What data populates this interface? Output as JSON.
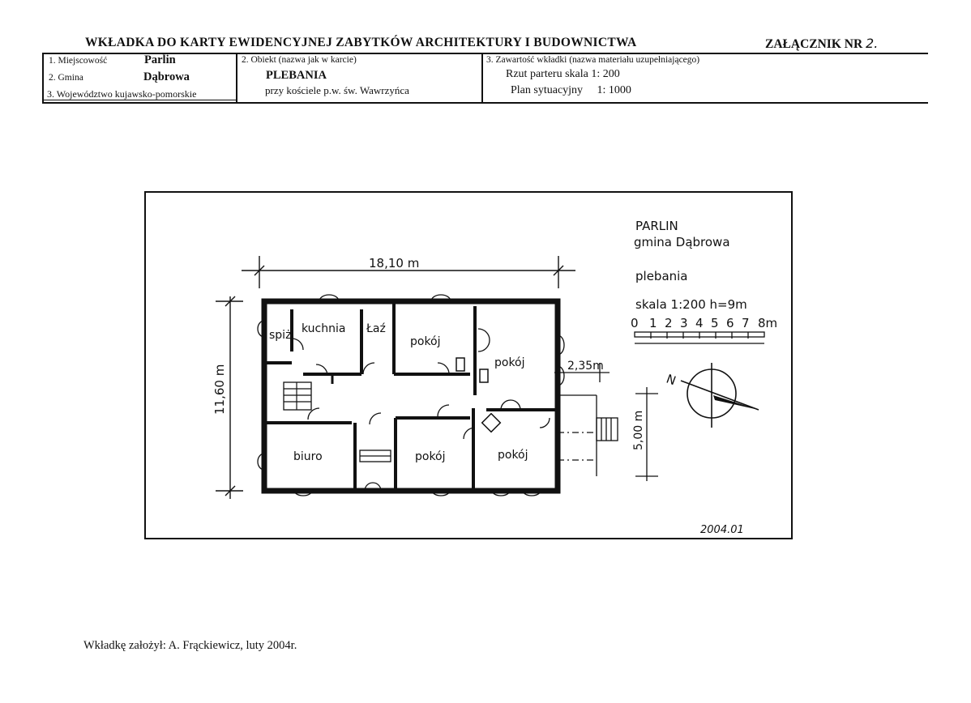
{
  "header": {
    "title": "WKŁADKA DO KARTY EWIDENCYJNEJ ZABYTKÓW ARCHITEKTURY I BUDOWNICTWA",
    "annex_label": "ZAŁĄCZNIK NR",
    "annex_number": "2."
  },
  "info": {
    "col1": {
      "row1_label": "1.  Miejscowość",
      "row1_value": "Parlin",
      "row2_label": "2.  Gmina",
      "row2_value": "Dąbrowa",
      "row3_label": "3. Województwo kujawsko-pomorskie"
    },
    "col2": {
      "label": "2.  Obiekt (nazwa jak w karcie)",
      "name": "PLEBANIA",
      "detail": "przy kościele p.w. św. Wawrzyńca"
    },
    "col3": {
      "label": "3.  Zawartość wkładki (nazwa  materiału uzupełniającego)",
      "line1": "Rzut parteru skala  1: 200",
      "line2": "Plan sytuacyjny     1: 1000"
    }
  },
  "plan": {
    "location": "PARLIN",
    "commune": "gmina Dąbrowa",
    "object": "plebania",
    "scale_text": "skala 1:200   h=9m",
    "scale_numbers": [
      "0",
      "1",
      "2",
      "3",
      "4",
      "5",
      "6",
      "7",
      "8m"
    ],
    "dim_width": "18,10 m",
    "dim_depth": "11,60 m",
    "dim_porch": "2,35m",
    "dim_porch_len": "5,00 m",
    "north": "N",
    "date": "2004.01",
    "rooms": {
      "spiz": "spiż",
      "kuchnia": "kuchnia",
      "laz": "Łaź",
      "pokoj1": "pokój",
      "pokoj2": "pokój",
      "biuro": "biuro",
      "pokoj3": "pokój",
      "pokoj4": "pokój"
    }
  },
  "footer": {
    "text": "Wkładkę założył:  A. Frąckiewicz, luty 2004r."
  }
}
